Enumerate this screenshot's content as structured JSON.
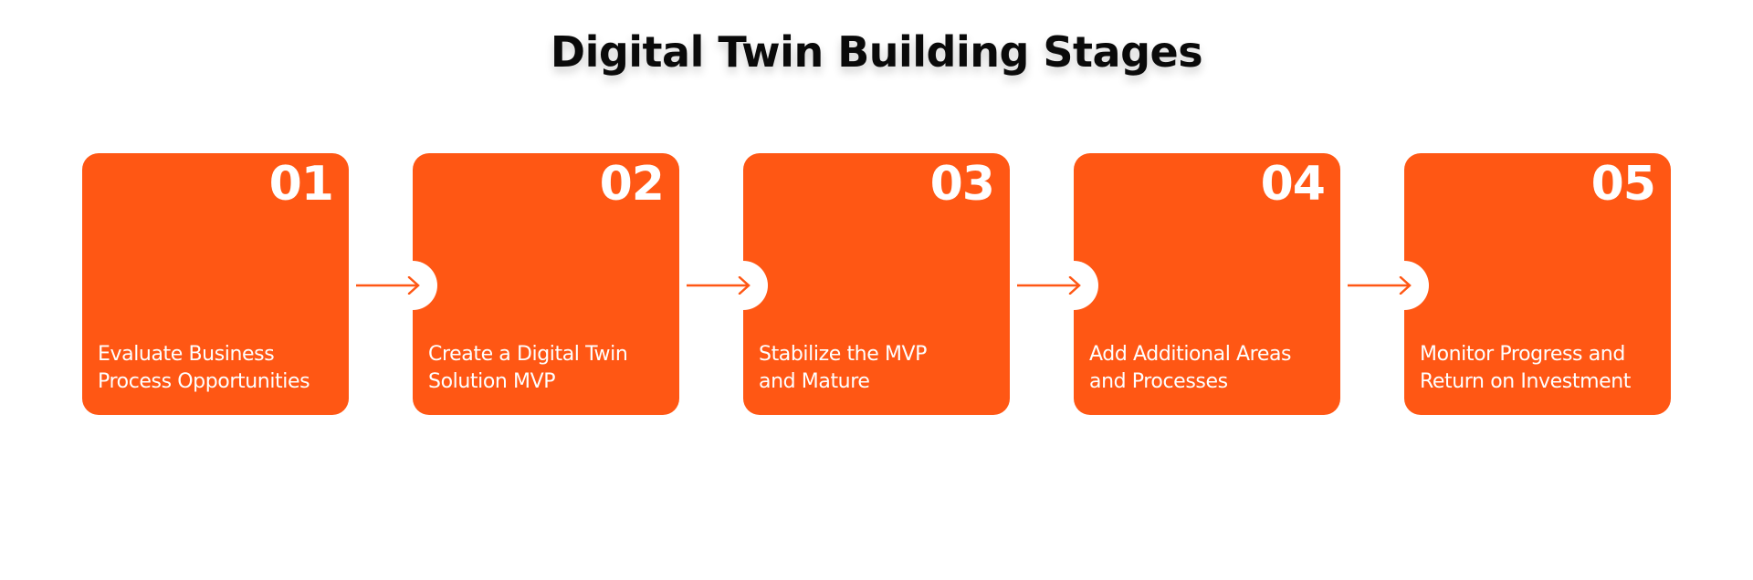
{
  "title": "Digital Twin Building Stages",
  "colors": {
    "card": "#FF5714",
    "text_on_card": "#FFFFFF",
    "arrow": "#FF5714",
    "title": "#0A0A0A"
  },
  "stages": [
    {
      "number": "01",
      "label_line1": "Evaluate Business",
      "label_line2": "Process Opportunities"
    },
    {
      "number": "02",
      "label_line1": "Create a Digital Twin",
      "label_line2": "Solution MVP"
    },
    {
      "number": "03",
      "label_line1": "Stabilize the MVP",
      "label_line2": "and Mature"
    },
    {
      "number": "04",
      "label_line1": "Add Additional Areas",
      "label_line2": "and Processes"
    },
    {
      "number": "05",
      "label_line1": "Monitor Progress and",
      "label_line2": "Return on Investment"
    }
  ],
  "connectors": [
    {
      "from": "01",
      "to": "02",
      "icon": "arrow-right-icon"
    },
    {
      "from": "02",
      "to": "03",
      "icon": "arrow-right-icon"
    },
    {
      "from": "03",
      "to": "04",
      "icon": "arrow-right-icon"
    },
    {
      "from": "04",
      "to": "05",
      "icon": "arrow-right-icon"
    }
  ]
}
